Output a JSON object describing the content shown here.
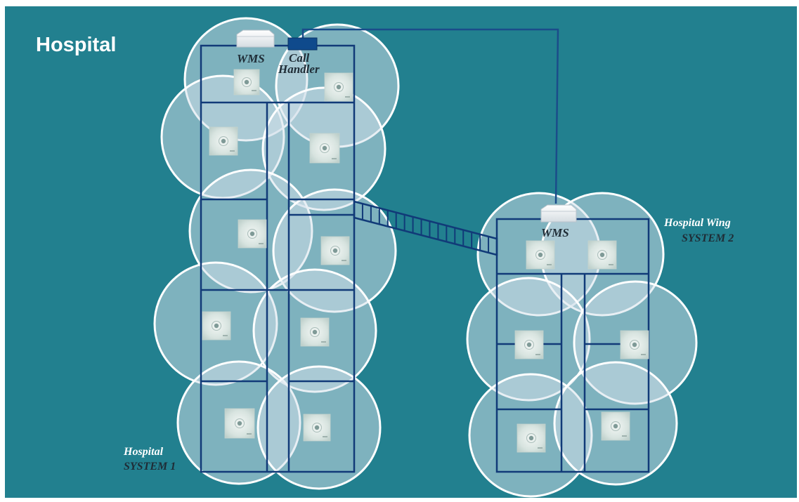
{
  "page": {
    "title": "Hospital",
    "background_color": "#22808f"
  },
  "colors": {
    "coverage_fill": "#d3e1ea",
    "coverage_stroke": "#ffffff",
    "wall": "#113a78",
    "link": "#1b4c8a",
    "call_handler": "#0f4a8c"
  },
  "system1": {
    "name": "Hospital",
    "system_label": "SYSTEM 1"
  },
  "system2": {
    "name": "Hospital Wing",
    "system_label": "SYSTEM 2"
  },
  "devices": {
    "wms1_label": "WMS",
    "call_handler_label_line1": "Call",
    "call_handler_label_line2": "Handler",
    "wms2_label": "WMS",
    "wms_icon": "wireless-messaging-server-icon",
    "call_handler_icon": "call-handler-box-icon",
    "base_station_icon": "base-station-icon"
  }
}
